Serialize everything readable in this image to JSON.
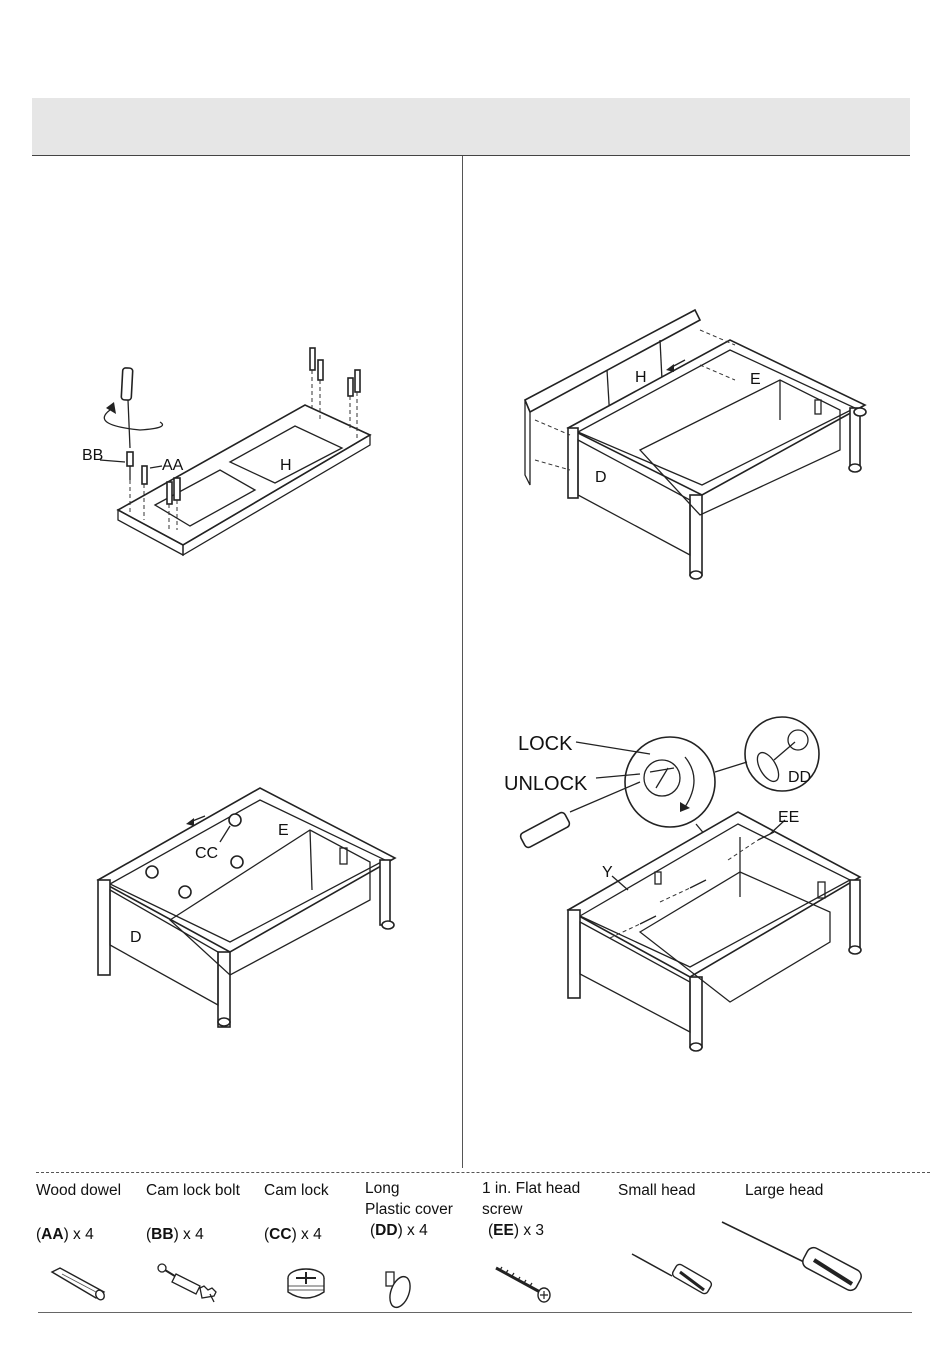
{
  "step1": {
    "labels": {
      "screw": "BB",
      "dowel": "AA",
      "panel": "H"
    }
  },
  "step2": {
    "labels": {
      "back": "H",
      "side": "E",
      "front": "D"
    }
  },
  "step3": {
    "labels": {
      "side": "E",
      "cam": "CC",
      "front": "D"
    }
  },
  "step4": {
    "labels": {
      "lock": "LOCK",
      "unlock": "UNLOCK",
      "cover": "DD",
      "screw": "EE",
      "rail": "Y"
    }
  },
  "parts": [
    {
      "name": "Wood dowel",
      "code": "AA",
      "qty": "x 4",
      "icon": "wood-dowel-icon"
    },
    {
      "name": "Cam lock bolt",
      "code": "BB",
      "qty": "x 4",
      "icon": "cam-lock-bolt-icon"
    },
    {
      "name": "Cam lock",
      "code": "CC",
      "qty": "x 4",
      "icon": "cam-lock-icon"
    },
    {
      "name_line1": "Long",
      "name_line2": "Plastic cover",
      "code": "DD",
      "qty": "x 4",
      "icon": "plastic-cover-icon"
    },
    {
      "name_line1": "1 in. Flat head",
      "name_line2": "screw",
      "code": "EE",
      "qty": "x 3",
      "icon": "flat-head-screw-icon"
    },
    {
      "name": "Small head",
      "icon": "small-screwdriver-icon"
    },
    {
      "name": "Large head",
      "icon": "large-screwdriver-icon"
    }
  ]
}
